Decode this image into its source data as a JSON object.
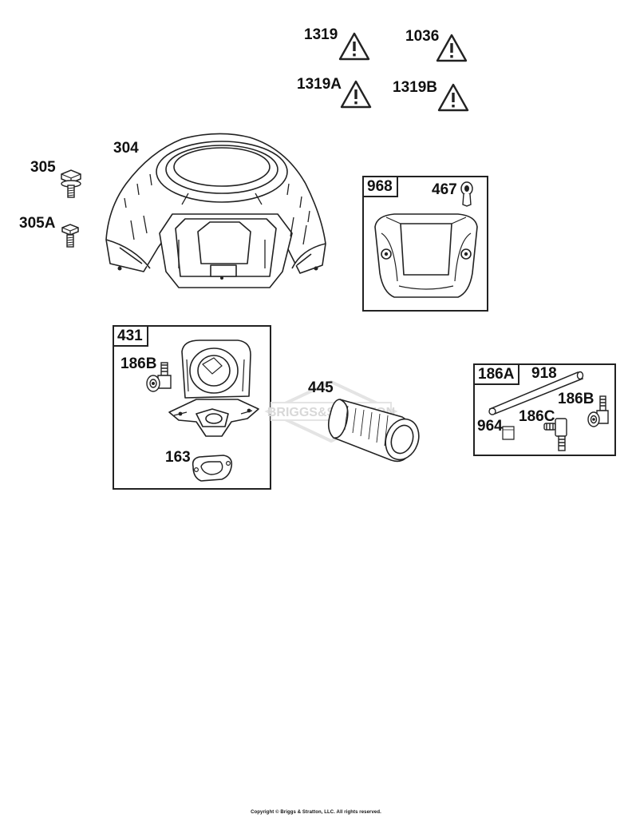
{
  "warnings": [
    {
      "label": "1319",
      "icon": "warning-triangle-icon"
    },
    {
      "label": "1036",
      "icon": "warning-triangle-icon"
    },
    {
      "label": "1319A",
      "icon": "warning-triangle-icon"
    },
    {
      "label": "1319B",
      "icon": "warning-triangle-icon"
    }
  ],
  "parts": {
    "blower_housing": "304",
    "screw": "305",
    "screw_alt": "305A",
    "air_filter_cover_kit": "968",
    "cover_knob": "467",
    "air_cleaner_base_kit": "431",
    "breather_fitting_left": "186B",
    "gasket": "163",
    "air_filter_cartridge": "445",
    "breather_tube_kit": "186A",
    "breather_tube": "918",
    "breather_fitting_right": "186B",
    "clamp": "964",
    "breather_fitting_elbow": "186C"
  },
  "watermark_text": "BRIGGS&STRATTON",
  "copyright": "Copyright © Briggs & Stratton, LLC. All rights reserved.",
  "colors": {
    "line": "#222222",
    "watermark": "#e4e4e4"
  }
}
